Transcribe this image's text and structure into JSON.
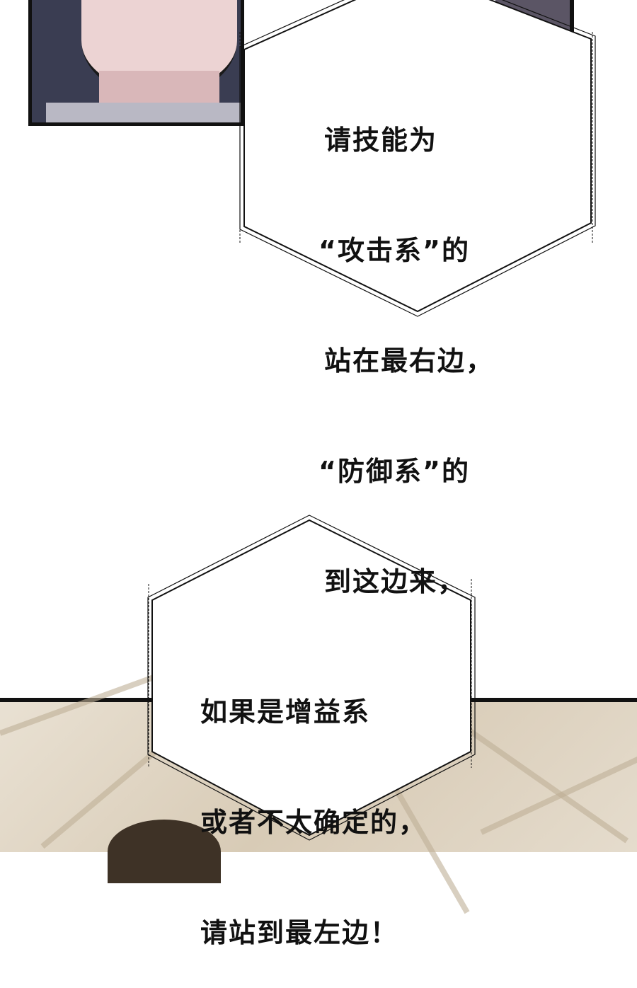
{
  "panels": {
    "top": {
      "description": "character close-up (chin and neck)"
    },
    "bottom": {
      "description": "warehouse ceiling background with character head"
    }
  },
  "bubbles": [
    {
      "shape": "hexagon",
      "lines": [
        "请技能为",
        "“攻击系”的",
        "站在最右边，",
        "“防御系”的",
        "到这边来，"
      ]
    },
    {
      "shape": "hexagon",
      "lines": [
        "如果是增益系",
        "或者不太确定的，",
        "请站到最左边！"
      ]
    }
  ],
  "colors": {
    "ink": "#111111",
    "bubble_fill": "#ffffff",
    "bg_bottom": "#e2d8c6",
    "panel_top": "#3a3d52"
  }
}
